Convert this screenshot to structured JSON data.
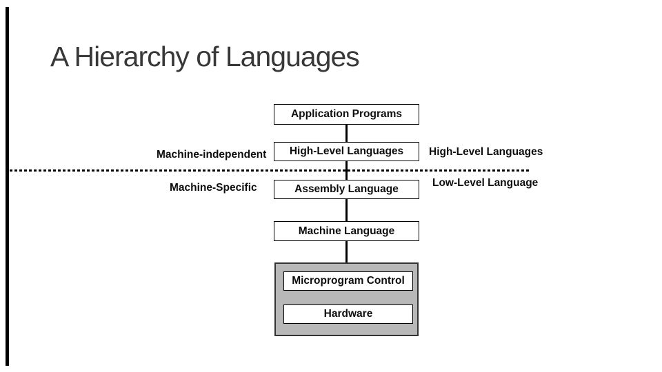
{
  "slide": {
    "title": "A Hierarchy of Languages"
  },
  "diagram": {
    "boxes": [
      {
        "id": "application-programs",
        "label": "Application Programs"
      },
      {
        "id": "high-level-languages",
        "label": "High-Level Languages"
      },
      {
        "id": "assembly-language",
        "label": "Assembly Language"
      },
      {
        "id": "machine-language",
        "label": "Machine Language"
      }
    ],
    "hardware_group": {
      "boxes": [
        {
          "id": "microprogram-control",
          "label": "Microprogram Control"
        },
        {
          "id": "hardware",
          "label": "Hardware"
        }
      ]
    },
    "side_labels": {
      "left_top": "Machine-independent",
      "left_bottom": "Machine-Specific",
      "right_top": "High-Level Languages",
      "right_bottom": "Low-Level Language"
    },
    "colors": {
      "accent_bar": "#000000",
      "title_text": "#383838",
      "body_text": "#0d0d0d",
      "box_fill": "#ffffff",
      "box_border": "#000000",
      "group_fill": "#b8b8b8",
      "group_border": "#333333",
      "divider": "#000000"
    }
  }
}
